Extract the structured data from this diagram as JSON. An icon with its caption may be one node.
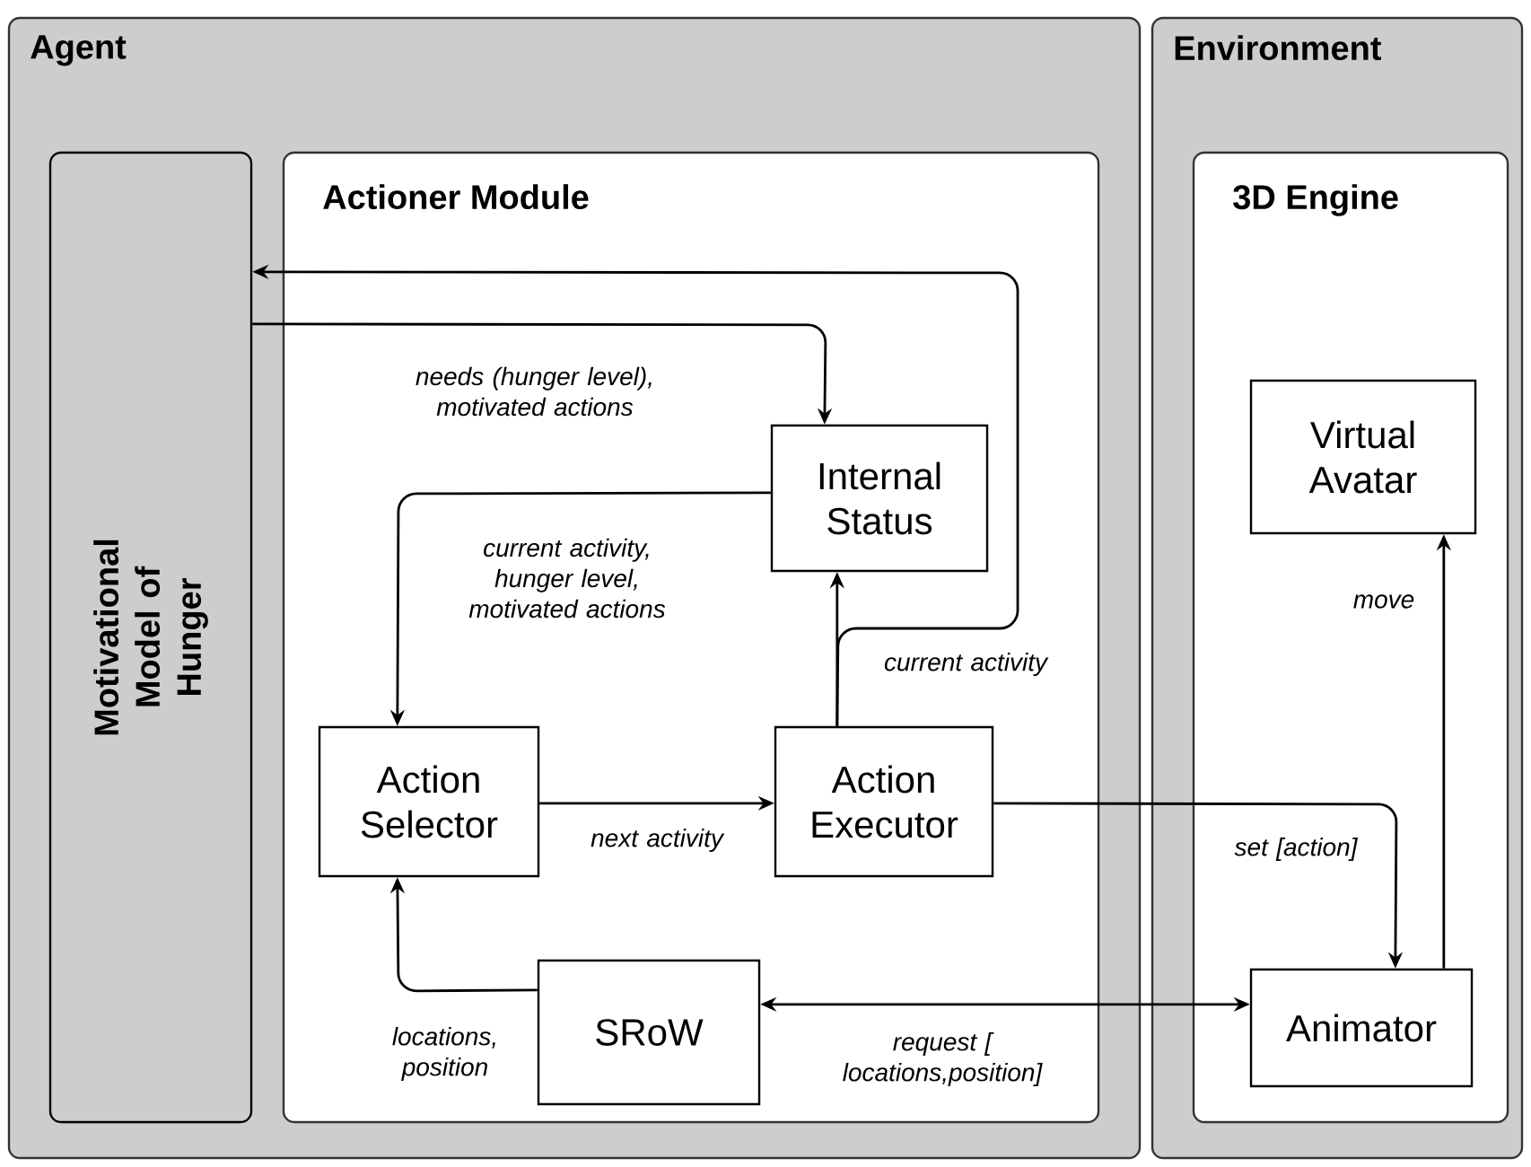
{
  "diagram": {
    "nodes": [
      {
        "text": [
          "Agent"
        ]
      },
      {
        "text": [
          "Environment"
        ]
      },
      {
        "text": [
          "Motivational Model of Hunger"
        ],
        "in": 0
      },
      {
        "text": [
          "Actioner Module"
        ],
        "in": 0
      },
      {
        "text": [
          "Internal Status"
        ],
        "in": 3
      },
      {
        "text": [
          "Action Selector"
        ],
        "in": 3
      },
      {
        "text": [
          "Action Executor"
        ],
        "in": 3
      },
      {
        "text": [
          "SRoW"
        ],
        "in": 3
      },
      {
        "text": [
          "3D Engine"
        ],
        "in": 1
      },
      {
        "text": [
          "Virtual Avatar"
        ],
        "in": 8
      },
      {
        "text": [
          "Animator"
        ],
        "in": 8
      }
    ],
    "edges": [
      {
        "from": 2,
        "to": 4,
        "arrow": "to",
        "label": "needs (hunger level), motivated actions"
      },
      {
        "from": 6,
        "to": 2,
        "arrow": "to"
      },
      {
        "from": 6,
        "to": 4,
        "arrow": "to",
        "label": "current activity"
      },
      {
        "from": 4,
        "to": 5,
        "arrow": "to",
        "label": "current activity, hunger level, motivated actions"
      },
      {
        "from": 5,
        "to": 6,
        "arrow": "to",
        "label": "next activity"
      },
      {
        "from": 6,
        "to": 10,
        "arrow": "to",
        "label": "set [action]"
      },
      {
        "from": 10,
        "to": 9,
        "arrow": "to",
        "label": "move"
      },
      {
        "from": 7,
        "to": 5,
        "arrow": "to",
        "label": "locations, position"
      },
      {
        "from": 7,
        "to": 10,
        "arrow": "both",
        "label": "request [ locations,position]"
      }
    ]
  }
}
